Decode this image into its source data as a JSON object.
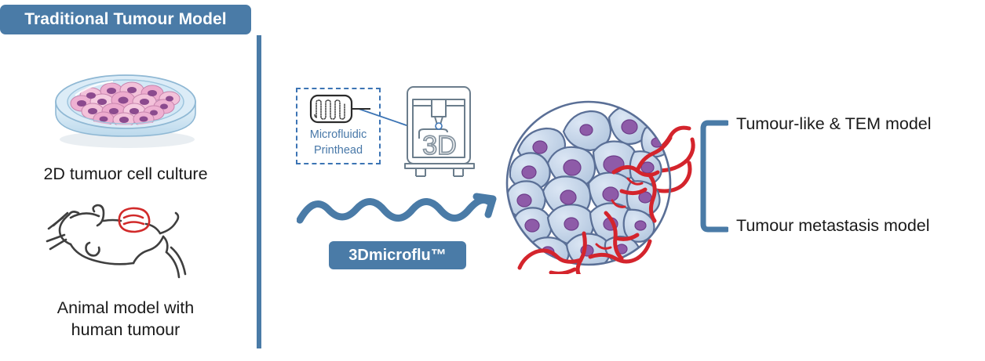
{
  "header": {
    "title": "Traditional Tumour Model"
  },
  "left_panel": {
    "dish_caption": "2D tumuor cell culture",
    "dish_icon": "petri-dish-2d-cell-culture",
    "mouse_caption": "Animal model with\nhuman tumour",
    "mouse_icon": "mouse-with-tumour"
  },
  "process": {
    "microfluidic_box": {
      "label": "Microfluidic\nPrinthead",
      "icon": "microfluidic-chip-icon"
    },
    "printer": {
      "label": "3D",
      "icon": "3d-printer-icon"
    },
    "arrow_icon": "wavy-arrow-right",
    "brand_label": "3Dmicroflu™"
  },
  "result": {
    "spheroid_icon": "tumour-spheroid-with-vasculature",
    "bracket_icon": "bracket-left",
    "labels": [
      "Tumour-like & TEM model",
      "Tumour metastasis model"
    ]
  },
  "colors": {
    "brand_blue": "#4a7ba7",
    "dashed_blue": "#3c74b4",
    "mf_text_blue": "#4878a8",
    "text_black": "#1a1a1a",
    "cell_fill": "#c3d3e8",
    "cell_outline": "#5a6f96",
    "nucleus_purple": "#8e5ba8",
    "vessel_red": "#d4242c",
    "dish_cell_pink": "#f0b8d0",
    "dish_nucleus": "#8b4a8e",
    "dish_glass": "#cfe4f2",
    "mouse_outline": "#3f3f3f",
    "mouse_tumour_red": "#d12a2a",
    "printer_outline": "#6b7d8c"
  }
}
